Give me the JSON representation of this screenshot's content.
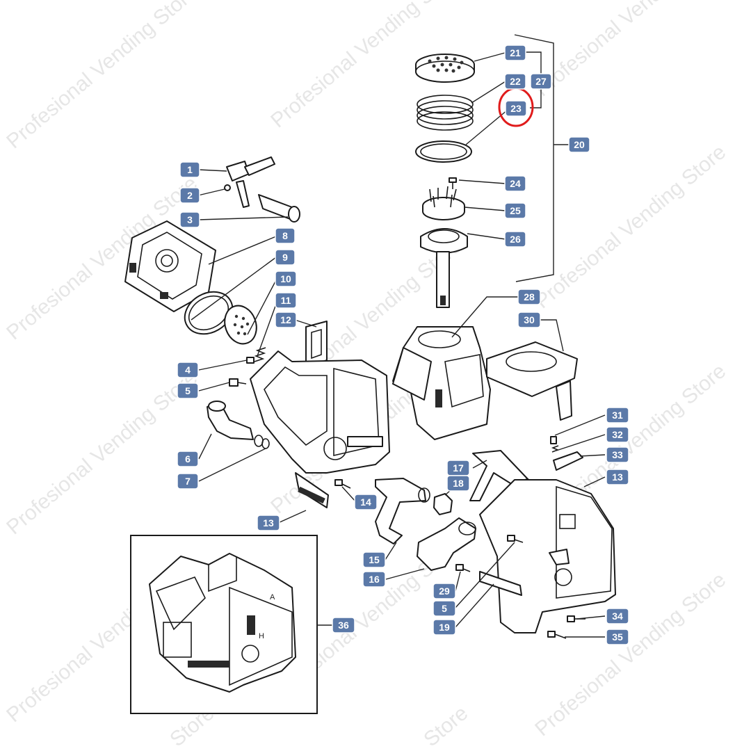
{
  "watermark": "Profesional Vending Store",
  "watermark_fragment": "Store",
  "highlight_color": "#e01b1b",
  "badge_color": "#5b79a8",
  "highlighted_part": "23",
  "labels": {
    "p1": "1",
    "p2": "2",
    "p3": "3",
    "p4": "4",
    "p5a": "5",
    "p5b": "5",
    "p6": "6",
    "p7": "7",
    "p8": "8",
    "p9": "9",
    "p10": "10",
    "p11": "11",
    "p12": "12",
    "p13a": "13",
    "p13b": "13",
    "p14": "14",
    "p15": "15",
    "p16": "16",
    "p17": "17",
    "p18": "18",
    "p19": "19",
    "p20": "20",
    "p21": "21",
    "p22": "22",
    "p23": "23",
    "p24": "24",
    "p25": "25",
    "p26": "26",
    "p27": "27",
    "p28": "28",
    "p29": "29",
    "p30": "30",
    "p31": "31",
    "p32": "32",
    "p33": "33",
    "p34": "34",
    "p35": "35",
    "p36": "36"
  },
  "inset_marks": {
    "mark_a": "A",
    "mark_h": "H"
  }
}
